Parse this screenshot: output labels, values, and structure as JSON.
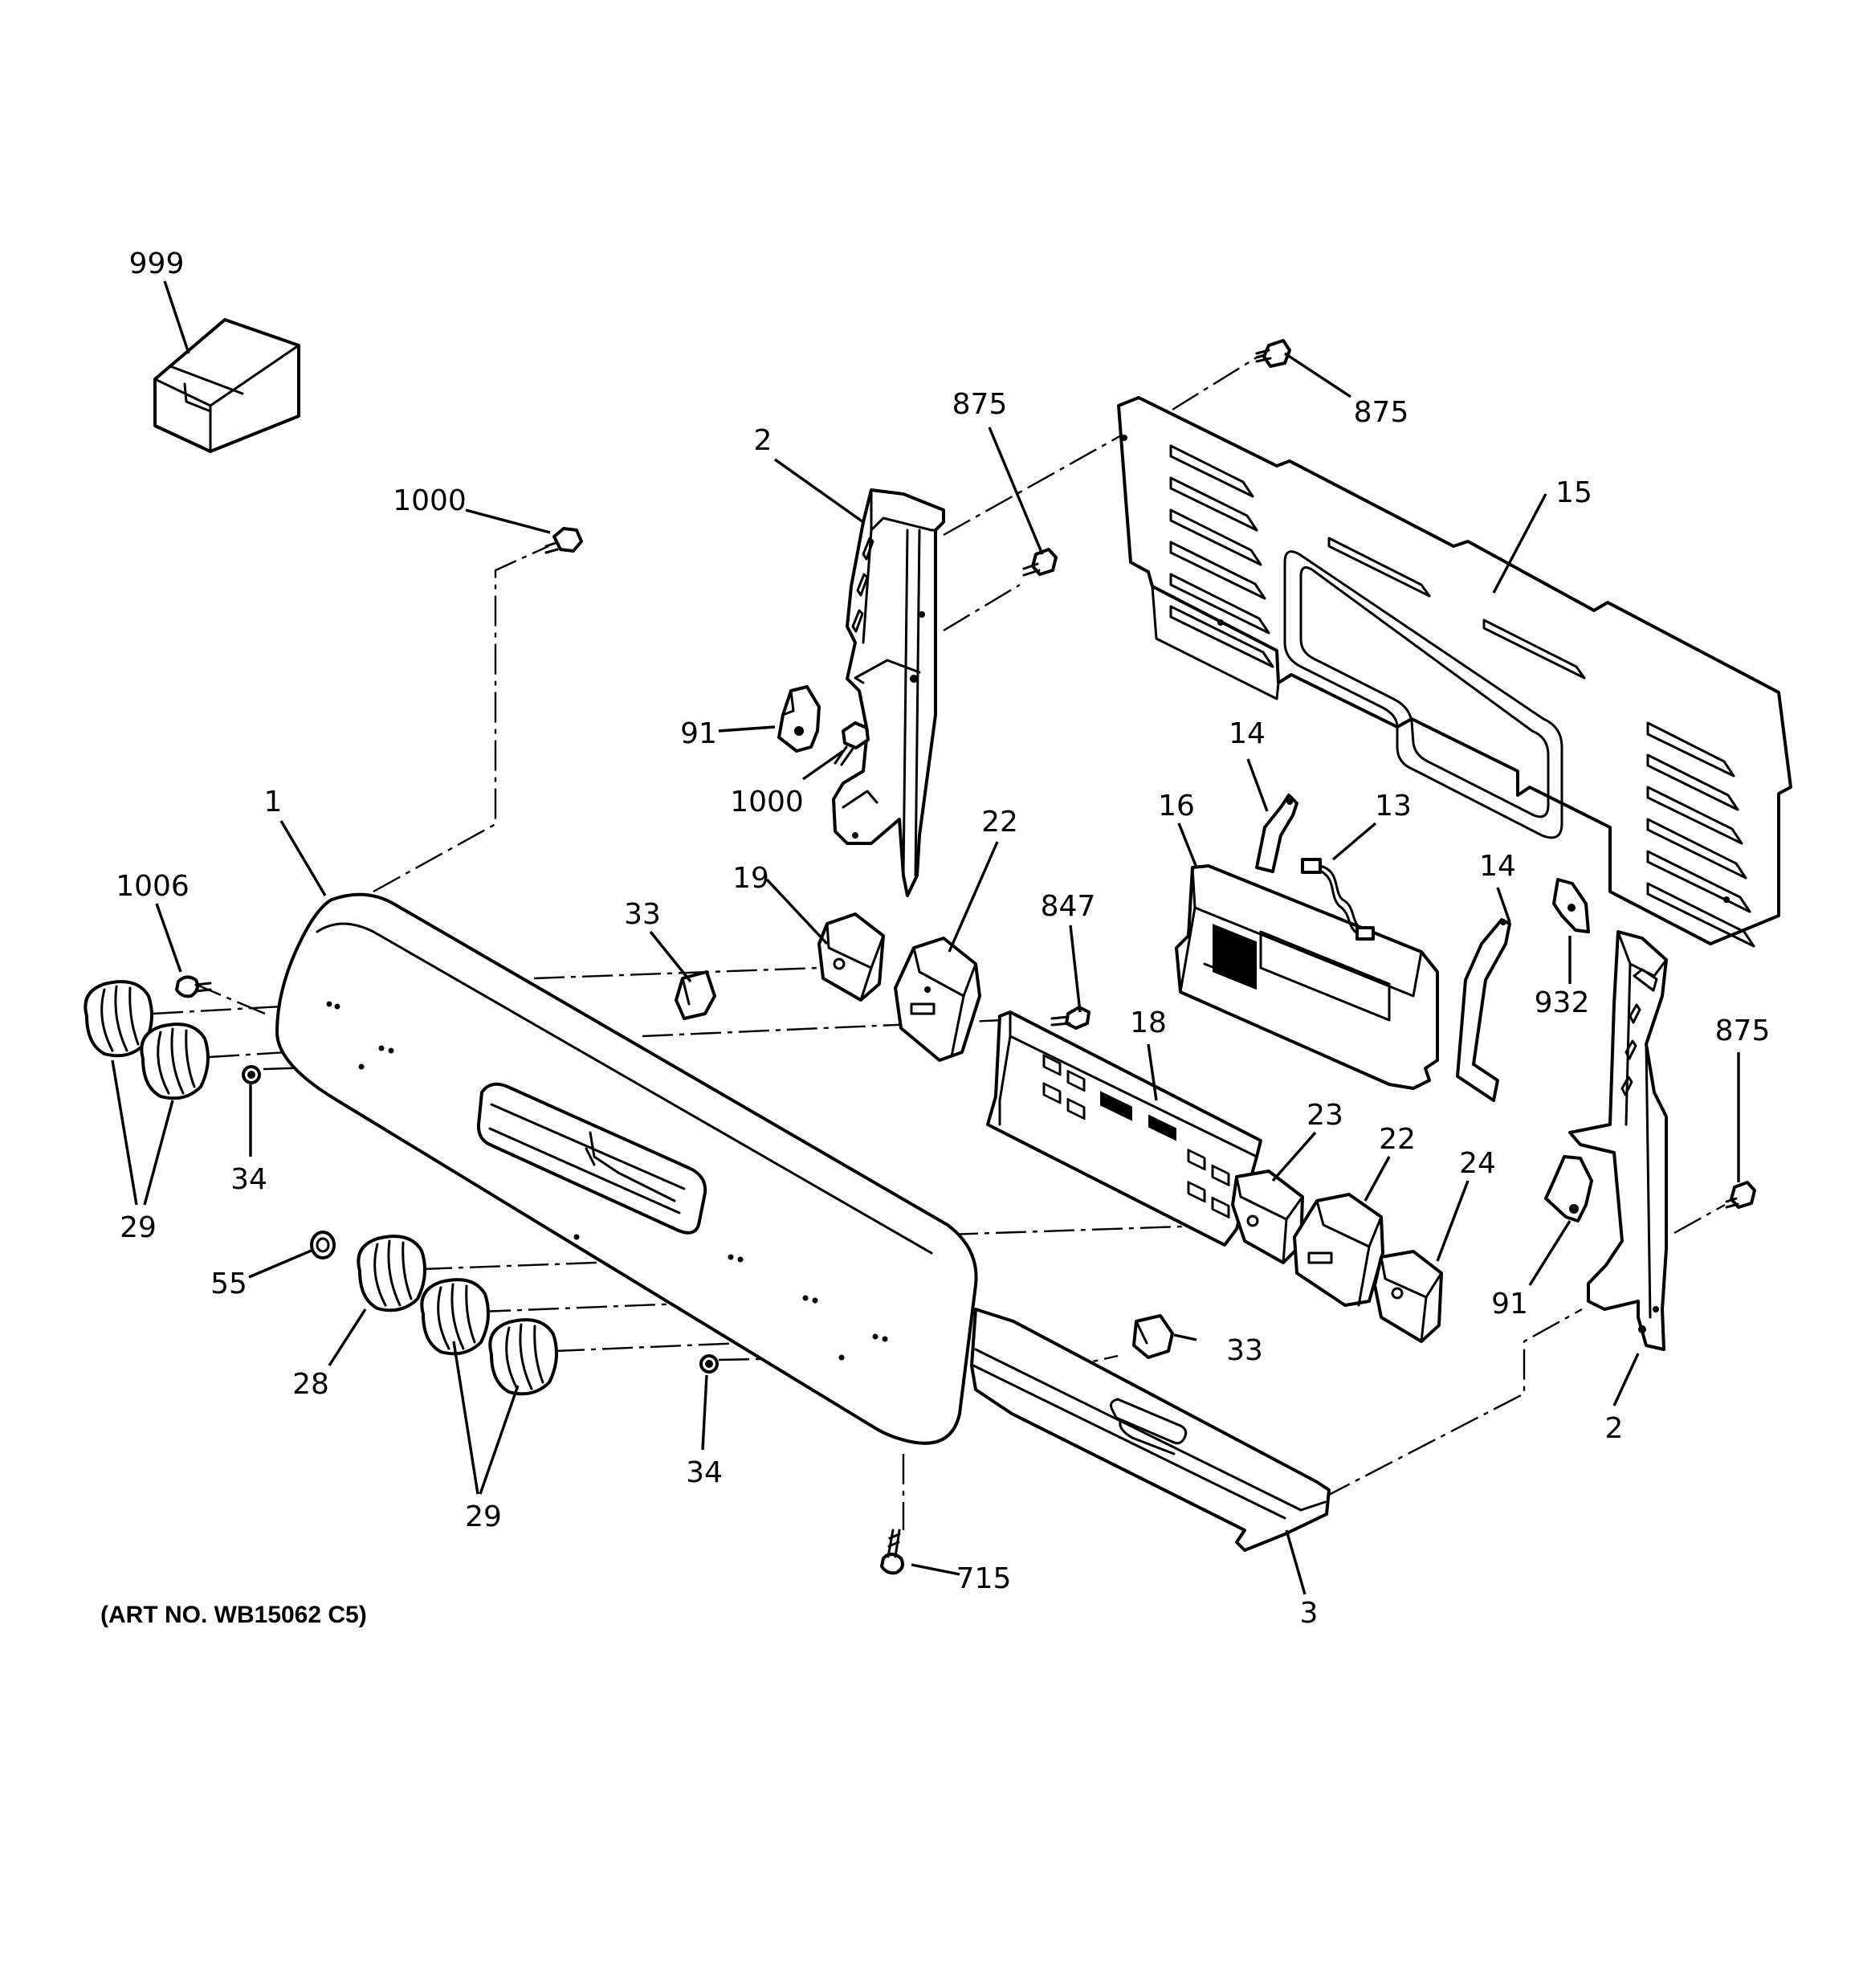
{
  "diagram": {
    "art_number": "(ART NO. WB15062 C5)",
    "callouts": {
      "c999": "999",
      "c1000_top": "1000",
      "c2_left": "2",
      "c875_mid": "875",
      "c875_top": "875",
      "c15": "15",
      "c91_left": "91",
      "c1000_mid": "1000",
      "c1": "1",
      "c1006": "1006",
      "c14_a": "14",
      "c13": "13",
      "c16": "16",
      "c22_top": "22",
      "c19": "19",
      "c33_top": "33",
      "c847": "847",
      "c14_b": "14",
      "c932": "932",
      "c875_right": "875",
      "c18": "18",
      "c34_top": "34",
      "c29_left": "29",
      "c23": "23",
      "c22_mid": "22",
      "c24": "24",
      "c55": "55",
      "c28": "28",
      "c91_right": "91",
      "c33_bottom": "33",
      "c34_bottom": "34",
      "c2_right": "2",
      "c29_bottom": "29",
      "c715": "715",
      "c3": "3"
    }
  }
}
